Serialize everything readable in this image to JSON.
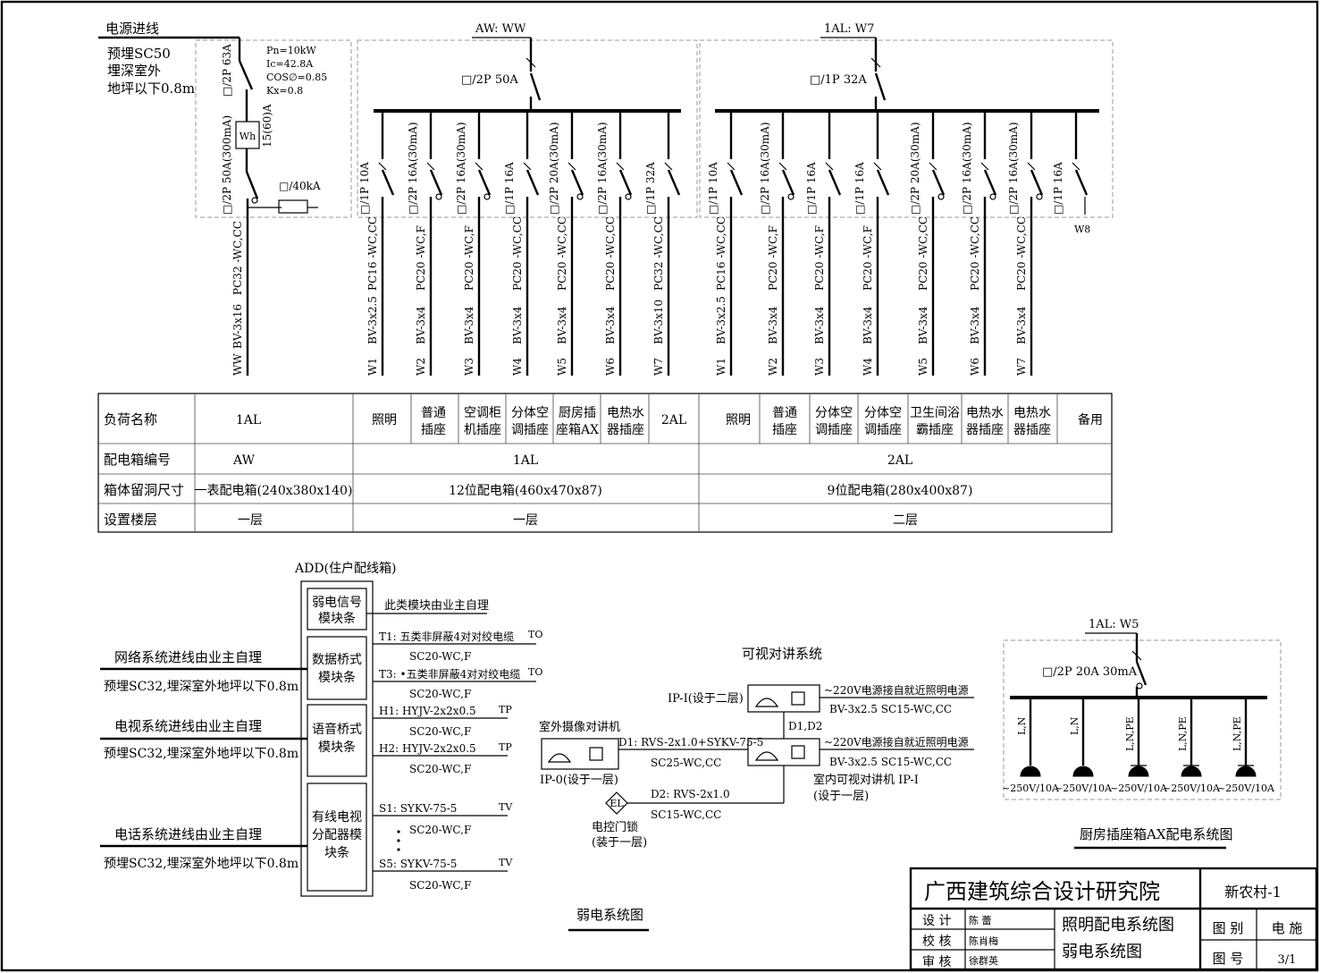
{
  "top": {
    "incoming_title": "电源进线",
    "incoming_lines": [
      "预埋SC50",
      "埋深室外",
      "地坪以下0.8m"
    ],
    "params": [
      "Pn=10kW",
      "Ic=42.8A",
      "COS∅=0.85",
      "Kx=0.8"
    ],
    "aw_main_breaker": "□/2P 63A",
    "meter": "Wh",
    "meter_rating": "15(60)A",
    "aw_rcd": "□/2P 50A(300mA)",
    "spd": "□/40kA",
    "aw_cable": [
      "WW",
      "BV-3x16",
      "PC32 -WC,CC"
    ],
    "al1_feed_label": "AW: WW",
    "al1_main": "□/2P 50A",
    "al1_branches": [
      {
        "breaker": "□/1P 10A",
        "conduit": "PC16 -WC,CC",
        "wire": "BV-3x2.5",
        "circuit": "W1"
      },
      {
        "breaker": "□/2P 16A(30mA)",
        "conduit": "PC20 -WC,F",
        "wire": "BV-3x4",
        "circuit": "W2"
      },
      {
        "breaker": "□/2P 16A(30mA)",
        "conduit": "PC20 -WC,F",
        "wire": "BV-3x4",
        "circuit": "W3"
      },
      {
        "breaker": "□/1P 16A",
        "conduit": "PC20 -WC,CC",
        "wire": "BV-3x4",
        "circuit": "W4"
      },
      {
        "breaker": "□/2P 20A(30mA)",
        "conduit": "PC20 -WC,CC",
        "wire": "BV-3x4",
        "circuit": "W5"
      },
      {
        "breaker": "□/2P 16A(30mA)",
        "conduit": "PC20 -WC,CC",
        "wire": "BV-3x4",
        "circuit": "W6"
      },
      {
        "breaker": "□/1P 32A",
        "conduit": "PC32 -WC,CC",
        "wire": "BV-3x10",
        "circuit": "W7"
      }
    ],
    "al2_feed_label": "1AL: W7",
    "al2_main": "□/1P 32A",
    "al2_branches": [
      {
        "breaker": "□/1P 10A",
        "conduit": "PC16 -WC,CC",
        "wire": "BV-3x2.5",
        "circuit": "W1"
      },
      {
        "breaker": "□/2P 16A(30mA)",
        "conduit": "PC20 -WC,F",
        "wire": "BV-3x4",
        "circuit": "W2"
      },
      {
        "breaker": "□/1P 16A",
        "conduit": "PC20 -WC,F",
        "wire": "BV-3x4",
        "circuit": "W3"
      },
      {
        "breaker": "□/1P 16A",
        "conduit": "PC20 -WC,F",
        "wire": "BV-3x4",
        "circuit": "W4"
      },
      {
        "breaker": "□/2P 20A(30mA)",
        "conduit": "PC20 -WC,CC",
        "wire": "BV-3x4",
        "circuit": "W5"
      },
      {
        "breaker": "□/2P 16A(30mA)",
        "conduit": "PC20 -WC,CC",
        "wire": "BV-3x4",
        "circuit": "W6"
      },
      {
        "breaker": "□/2P 16A(30mA)",
        "conduit": "PC20 -WC,CC",
        "wire": "BV-3x4",
        "circuit": "W7"
      },
      {
        "breaker": "□/1P 16A",
        "conduit": "",
        "wire": "",
        "circuit": "W8"
      }
    ]
  },
  "table": {
    "row_labels": [
      "负荷名称",
      "配电箱编号",
      "箱体留洞尺寸",
      "设置楼层"
    ],
    "loads": [
      "1AL",
      "照明",
      "普通\n插座",
      "空调柜\n机插座",
      "分体空\n调插座",
      "厨房插\n座箱AX",
      "电热水\n器插座",
      "2AL",
      "照明",
      "普通\n插座",
      "分体空\n调插座",
      "分体空\n调插座",
      "卫生间浴\n霸插座",
      "电热水\n器插座",
      "电热水\n器插座",
      "备用"
    ],
    "box_ids": [
      "AW",
      "1AL",
      "2AL"
    ],
    "box_sizes": [
      "一表配电箱(240x380x140)",
      "12位配电箱(460x470x87)",
      "9位配电箱(280x400x87)"
    ],
    "floors": [
      "一层",
      "一层",
      "二层"
    ]
  },
  "weak": {
    "add_title": "ADD(住户配线箱)",
    "module_signal": "弱电信号\n模块条",
    "module_signal_note": "此类模块由业主自理",
    "module_data": "数据桥式\n模块条",
    "module_voice": "语音桥式\n模块条",
    "module_tv": "有线电视\n分配器模\n块条",
    "network_in": "网络系统进线由业主自理",
    "network_in2": "预埋SC32,埋深室外地坪以下0.8m",
    "tv_in": "电视系统进线由业主自理",
    "tv_in2": "预埋SC32,埋深室外地坪以下0.8m",
    "phone_in": "电话系统进线由业主自理",
    "phone_in2": "预埋SC32,埋深室外地坪以下0.8m",
    "t1": "T1:  五类非屏蔽4对对绞电缆",
    "t1_conduit": "SC20-WC,F",
    "t3": "T3: •五类非屏蔽4对对绞电缆",
    "t3_conduit": "SC20-WC,F",
    "h1": "H1:  HYJV-2x2x0.5",
    "h1_conduit": "SC20-WC,F",
    "h2": "H2:  HYJV-2x2x0.5",
    "h2_conduit": "SC20-WC,F",
    "s1": "S1:  SYKV-75-5",
    "s1_conduit": "SC20-WC,F",
    "s5": "S5:  SYKV-75-5",
    "s5_conduit": "SC20-WC,F",
    "to": "TO",
    "tp": "TP",
    "tv": "TV",
    "caption": "弱电系统图"
  },
  "intercom": {
    "title": "可视对讲系统",
    "ip1": "IP-I(设于二层)",
    "power_note1": "~220V电源接自就近照明电源",
    "cable1": "BV-3x2.5 SC15-WC,CC",
    "d1d2": "D1,D2",
    "power_note2": "~220V电源接自就近照明电源",
    "cable2": "BV-3x2.5 SC15-WC,CC",
    "indoor": "室内可视对讲机 IP-I",
    "indoor2": "(设于一层)",
    "outdoor": "室外摄像对讲机",
    "ip0": "IP-0(设于一层)",
    "d1": "D1: RVS-2x1.0+SYKV-75-5",
    "d1_conduit": "SC25-WC,CC",
    "d2": "D2: RVS-2x1.0",
    "d2_conduit": "SC15-WC,CC",
    "el": "EL",
    "lock": "电控门锁",
    "lock2": "(装于一层)"
  },
  "kitchen": {
    "feed": "1AL: W5",
    "breaker": "□/2P 20A  30mA",
    "circuits": [
      "L,N",
      "L,N",
      "L,N,PE",
      "L,N,PE",
      "L,N,PE"
    ],
    "rating": "~250V/10A",
    "caption": "厨房插座箱AX配电系统图"
  },
  "title_block": {
    "institute": "广西建筑综合设计研究院",
    "project": "新农村-1",
    "roles": [
      "设 计",
      "校 核",
      "审 核"
    ],
    "names": [
      "陈 蕾",
      "陈肖梅",
      "徐群英"
    ],
    "drawing_title1": "照明配电系统图",
    "drawing_title2": "弱电系统图",
    "cat_label": "图 别",
    "cat_value": "电 施",
    "no_label": "图 号",
    "no_value": "3/1"
  }
}
